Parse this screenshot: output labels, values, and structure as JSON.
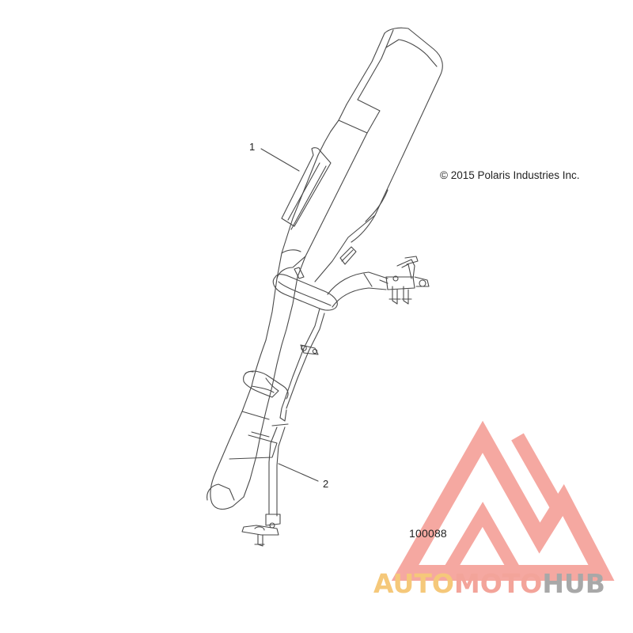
{
  "callouts": {
    "part_1": "1",
    "part_2": "2"
  },
  "copyright": "© 2015 Polaris Industries Inc.",
  "diagram_id": "100088",
  "watermark": {
    "part_a": "AUTO",
    "part_b": "MOTO",
    "part_c": "HUB",
    "color_a": "#f5c87a",
    "color_b": "#f3a49a",
    "color_c": "#a8a8a8",
    "logo_color": "#f5a19a"
  },
  "line_color": "#4a4a4a"
}
